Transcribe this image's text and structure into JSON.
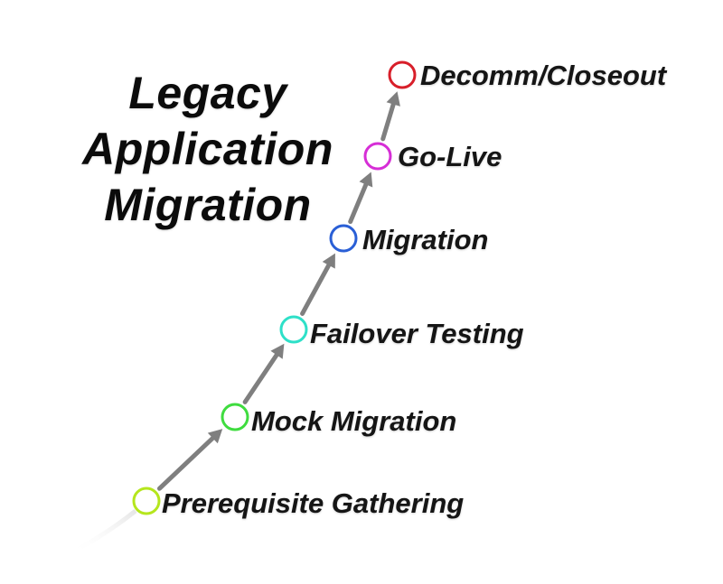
{
  "title": {
    "line1": "Legacy",
    "line2": "Application",
    "line3": "Migration"
  },
  "steps": [
    {
      "label": "Prerequisite Gathering",
      "color": "#b5e61d"
    },
    {
      "label": "Mock Migration",
      "color": "#3fdc3f"
    },
    {
      "label": "Failover Testing",
      "color": "#2ee0c8"
    },
    {
      "label": "Migration",
      "color": "#2a5fd6"
    },
    {
      "label": "Go-Live",
      "color": "#d62ed6"
    },
    {
      "label": "Decomm/Closeout",
      "color": "#d81f2a"
    }
  ],
  "arrow_color": "#7f7f7f"
}
